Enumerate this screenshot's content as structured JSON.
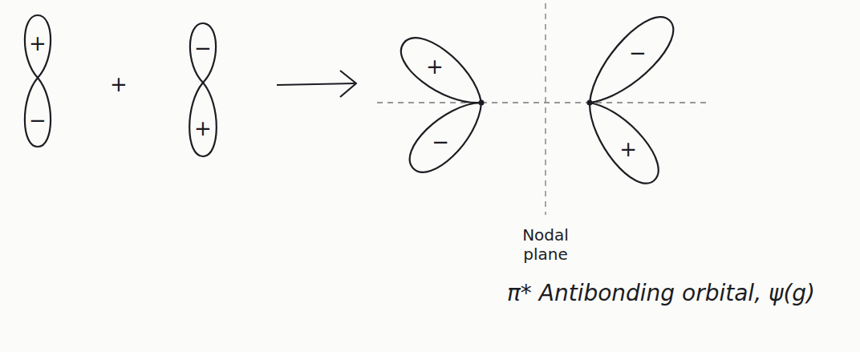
{
  "diagram": {
    "labels": [
      "+",
      "−",
      "+",
      "−",
      "+",
      "+",
      "−",
      "−",
      "+",
      "Nodal plane",
      "π* Antibonding orbital, ψ(g)"
    ]
  }
}
